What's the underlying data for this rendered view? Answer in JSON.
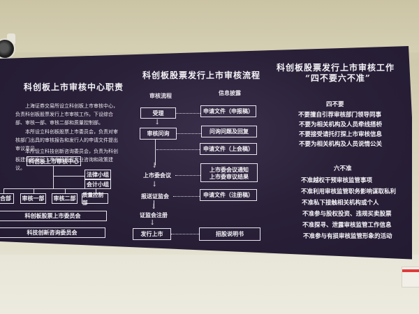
{
  "scene": {
    "description": "Photo of a dark purple informational display board mounted on a cream wall",
    "colors": {
      "board": "#2a2139",
      "wall": "#e2dfcc",
      "ceiling": "#cfc9ad",
      "text": "#f3f1f5",
      "switch_red": "#e23a3a"
    }
  },
  "left_panel": {
    "title": "科创板上市审核中心职责",
    "paragraphs": [
      "上海证券交易所设立科创板上市审核中心，负责科创板股票发行上市审核工作。下设综合部、审核一部、审核二部和质量控制部。",
      "本所设立科创板股票上市委员会，负责对审核部门出具的审核报告和发行人的申请文件提出审议意见。",
      "本所设立科技创新咨询委员会，负责为科创板建设和发行上市审核提供专业咨询和政策建议。"
    ],
    "org_chart": {
      "root": "科创板上市审核中心",
      "side_groups": [
        "法律小组",
        "会计小组"
      ],
      "departments": [
        "综合部",
        "审核一部",
        "审核二部",
        "质量控制部"
      ],
      "committees": [
        "科创板股票上市委员会",
        "科技创新咨询委员会"
      ]
    }
  },
  "middle_panel": {
    "title": "科创板股票发行上市审核流程",
    "col_process": "审核流程",
    "col_disclosure": "信息披露",
    "steps": [
      {
        "label": "受理",
        "boxed": true,
        "disclosure": "申请文件（申报稿）"
      },
      {
        "label": "审核问询",
        "boxed": true,
        "disclosure": "问询问题及回复"
      },
      {
        "label": "",
        "boxed": false,
        "disclosure": "申请文件（上会稿）"
      },
      {
        "label": "上市委会议",
        "boxed": false,
        "disclosure": "上市委会议通知\n上市委审议结果",
        "disclosure_lines": [
          "上市委会议通知",
          "上市委审议结果"
        ]
      },
      {
        "label": "报送证监会",
        "boxed": false,
        "disclosure": "申请文件（注册稿）"
      },
      {
        "label": "证监会注册",
        "boxed": false,
        "disclosure": ""
      },
      {
        "label": "发行上市",
        "boxed": true,
        "disclosure": "招股说明书"
      }
    ]
  },
  "right_panel": {
    "title_line1": "科创板股票发行上市审核工作",
    "title_line2": "“四不要六不准”",
    "four_donts": {
      "heading": "四不要",
      "items": [
        "不要擅自引荐审核部门领导同事",
        "不要为相关机构及人员牵线搭桥",
        "不要接受请托打探上市审核信息",
        "不要为相关机构及人员说情公关"
      ]
    },
    "six_prohibitions": {
      "heading": "六不准",
      "items": [
        "不准越权干预审核监管事项",
        "不准利用审核监管职务影响谋取私利",
        "不准私下接触相关机构或个人",
        "不准参与股权投资、违规买卖股票",
        "不准探寻、泄露审核监管工作信息",
        "不准参与有损审核监管形象的活动"
      ]
    }
  }
}
